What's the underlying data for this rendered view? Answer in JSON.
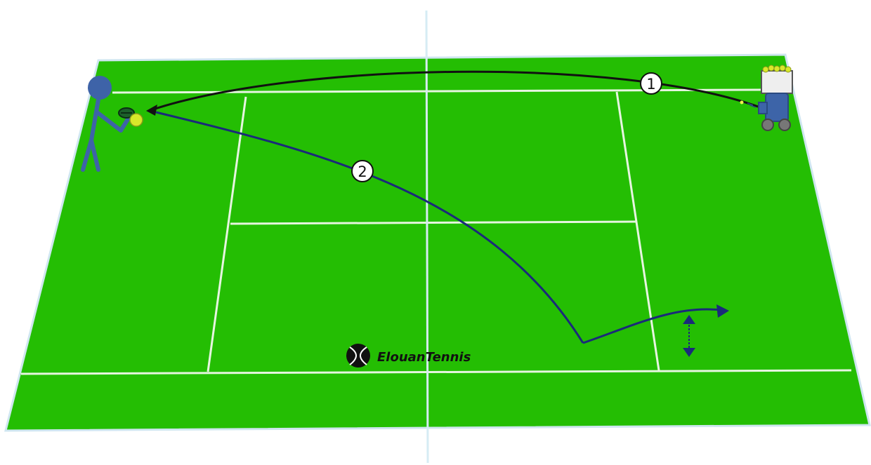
{
  "diagram": {
    "markers": [
      {
        "id": "marker-1",
        "text": "1"
      },
      {
        "id": "marker-2",
        "text": "2"
      }
    ],
    "brand": {
      "text": "ElouanTennis"
    }
  },
  "colors": {
    "court": "#24be03",
    "lines": "#e6f5e0",
    "outline": "#cfe6f0",
    "net": "#d6ecf4",
    "player": "#3e63a8",
    "ball": "#d8e82a",
    "trajectory_feed": "#111111",
    "trajectory_shot": "#1a2a7a",
    "machine_body": "#3d64a8",
    "machine_basket": "#eeeeee"
  },
  "icons": [
    "player-icon",
    "ball-machine-icon",
    "tennis-ball-icon",
    "arrow-head-icon",
    "height-indicator-icon",
    "brand-logo-icon"
  ]
}
